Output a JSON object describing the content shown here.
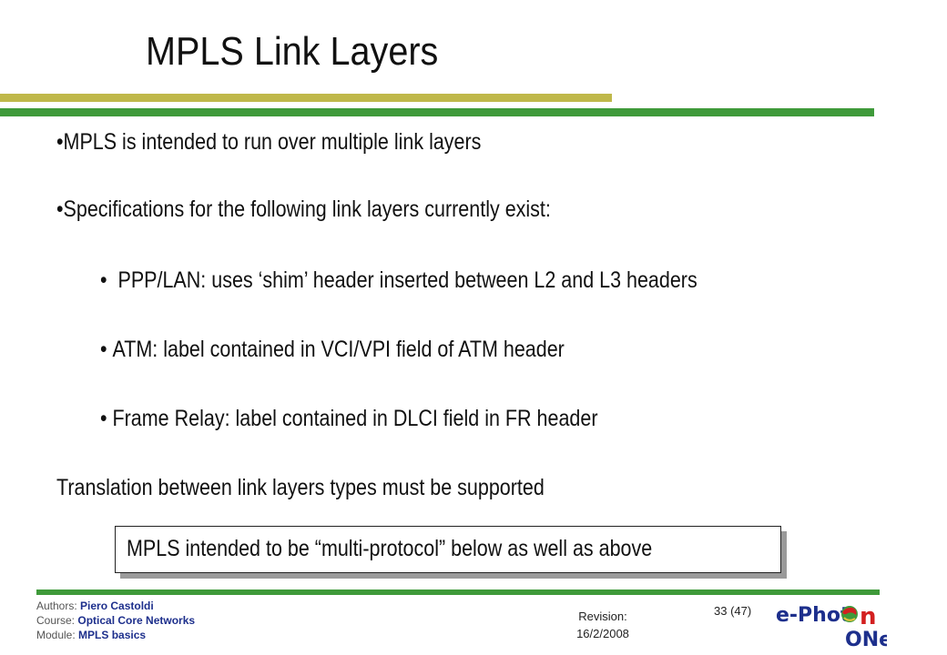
{
  "slide": {
    "title": "MPLS Link Layers",
    "bullets": [
      "MPLS is intended to run over multiple link layers",
      "Specifications for the following link layers currently exist:"
    ],
    "sub_bullets": [
      "PPP/LAN:  uses ‘shim’ header inserted between L2 and L3 headers",
      "ATM:  label contained in VCI/VPI field of ATM header",
      "Frame Relay:  label contained in DLCI field in FR header"
    ],
    "translation_text": "Translation between link layers types must be supported",
    "callout_text": "MPLS intended to be “multi-protocol” below as well as above"
  },
  "footer": {
    "authors_key": "Authors: ",
    "authors_value": "Piero Castoldi",
    "course_key": "Course: ",
    "course_value": "Optical Core Networks",
    "module_key": "Module: ",
    "module_value": "MPLS basics",
    "revision_label": "Revision:",
    "revision_date": "16/2/2008",
    "page_number": "33 (47)",
    "logo_text_top": "e-Phot",
    "logo_text_n": "n",
    "logo_text_bottom": "ONe"
  },
  "colors": {
    "olive_bar": "#bfb84a",
    "green_bar": "#3f9a3a",
    "footer_blue": "#1d2f8c",
    "logo_blue": "#1d2f8c",
    "logo_red": "#d32020"
  }
}
